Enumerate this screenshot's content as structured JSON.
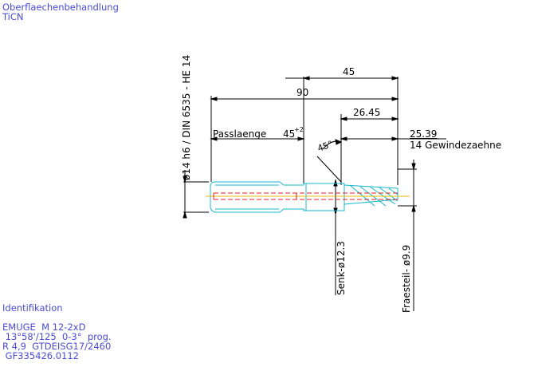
{
  "header": {
    "surface_label": "Oberflaechenbehandlung",
    "coating": "TiCN"
  },
  "dimensions": {
    "shank_diameter": "ø14 h6 / DIN 6535 - HE 14",
    "d45": "45",
    "d90": "90",
    "d2645": "26.45",
    "d2539": "25.39",
    "teeth": "14 Gewindezaehne",
    "fit_length_label": "Passlaenge",
    "fit_length_value": "45",
    "fit_length_tol": "+2",
    "angle": "45°",
    "countersink": "Senk-ø12.3",
    "milled_part": "Fraesteil-  ø9.9"
  },
  "identification": {
    "heading": "Identifikation",
    "lines": [
      "EMUGE  M 12-2xD",
      " 13°58'/125  0-3°  prog.",
      "R 4,9  GTDEISG17/2460",
      " GF335426.0112"
    ]
  },
  "colors": {
    "text_blue": "#4a4ad6",
    "outline_cyan": "#17b8cc",
    "centerline_red": "#e02020",
    "axis_yellow": "#e8b800",
    "dim_black": "#000000"
  }
}
